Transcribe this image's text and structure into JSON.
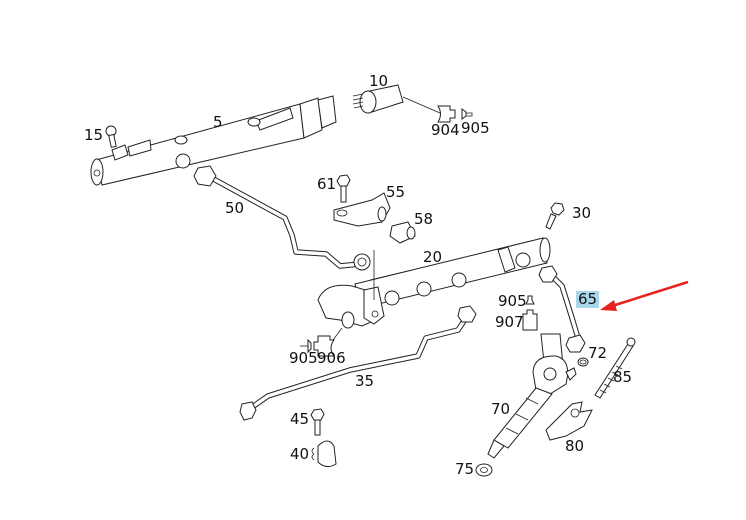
{
  "diagram": {
    "title": "Fuel rail and injector assembly (exploded view)",
    "highlight_color": "#a9d6ea",
    "arrow_color": "#e8231f",
    "highlighted_part": "65",
    "callouts": [
      {
        "id": "5",
        "name": "fuel-rail-upper"
      },
      {
        "id": "10",
        "name": "pressure-sensor"
      },
      {
        "id": "15",
        "name": "bolt"
      },
      {
        "id": "20",
        "name": "fuel-rail-lower"
      },
      {
        "id": "30",
        "name": "bolt"
      },
      {
        "id": "35",
        "name": "fuel-line"
      },
      {
        "id": "40",
        "name": "clip"
      },
      {
        "id": "45",
        "name": "bolt"
      },
      {
        "id": "50",
        "name": "fuel-line"
      },
      {
        "id": "55",
        "name": "bracket"
      },
      {
        "id": "58",
        "name": "grommet"
      },
      {
        "id": "61",
        "name": "bolt"
      },
      {
        "id": "65",
        "name": "injector-line"
      },
      {
        "id": "70",
        "name": "injector"
      },
      {
        "id": "72",
        "name": "seal-ring"
      },
      {
        "id": "75",
        "name": "washer"
      },
      {
        "id": "80",
        "name": "clamp"
      },
      {
        "id": "85",
        "name": "stud-bolt"
      },
      {
        "id": "904",
        "name": "connector"
      },
      {
        "id": "905",
        "name": "pin"
      },
      {
        "id": "906",
        "name": "connector"
      },
      {
        "id": "907",
        "name": "connector"
      }
    ],
    "labels": {
      "l5": "5",
      "l10": "10",
      "l15": "15",
      "l20": "20",
      "l30": "30",
      "l35": "35",
      "l40": "40",
      "l45": "45",
      "l50": "50",
      "l55": "55",
      "l58": "58",
      "l61": "61",
      "l65": "65",
      "l70": "70",
      "l72": "72",
      "l75": "75",
      "l80": "80",
      "l85": "85",
      "l904": "904",
      "l905a": "905",
      "l905b": "905",
      "l905c": "905",
      "l906": "906",
      "l907": "907"
    }
  }
}
